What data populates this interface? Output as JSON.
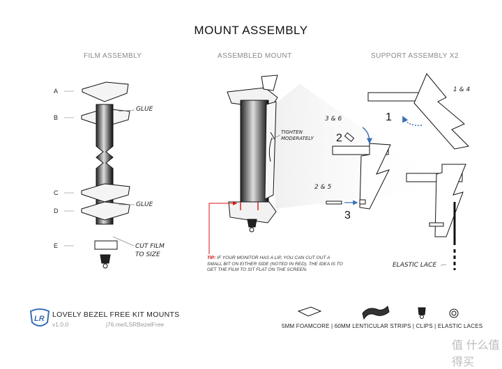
{
  "title": "MOUNT ASSEMBLY",
  "sections": {
    "film": "FILM ASSEMBLY",
    "assembled": "ASSEMBLED MOUNT",
    "support": "SUPPORT ASSEMBLY X2"
  },
  "film_labels": [
    "A",
    "B",
    "C",
    "D",
    "E"
  ],
  "glue_b": "GLUE",
  "glue_d": "GLUE",
  "cut_film_1": "CUT FILM",
  "cut_film_2": "TO SIZE",
  "tighten_1": "TIGHTEN",
  "tighten_2": "MODERATELY",
  "tip": {
    "prefix": "TIP:",
    "line1": " IF YOUR MONITOR HAS A LIP, YOU CAN CUT OUT A",
    "line2": "SMALL BIT ON EITHER SIDE (NOTED IN RED). THE IDEA IS TO",
    "line3": "GET THE FILM TO SIT FLAT ON THE SCREEN."
  },
  "support": {
    "step1": "1",
    "step2": "2",
    "step3": "3",
    "label_1_4": "1 & 4",
    "label_3_6": "3 & 6",
    "label_2_5": "2 & 5",
    "elastic": "ELASTIC LACE"
  },
  "footer": {
    "brand": "LOVELY BEZEL FREE KIT MOUNTS",
    "version": "v1.0.0",
    "url": "j76.me/LSRBezelFree",
    "materials": "5MM FOAMCORE | 60MM LENTICULAR STRIPS | CLIPS | ELASTIC LACES",
    "watermark": "值 什么值得买"
  },
  "colors": {
    "accent_red": "#d11",
    "arrow_blue": "#3a6fb5",
    "section_gray": "#888888"
  }
}
